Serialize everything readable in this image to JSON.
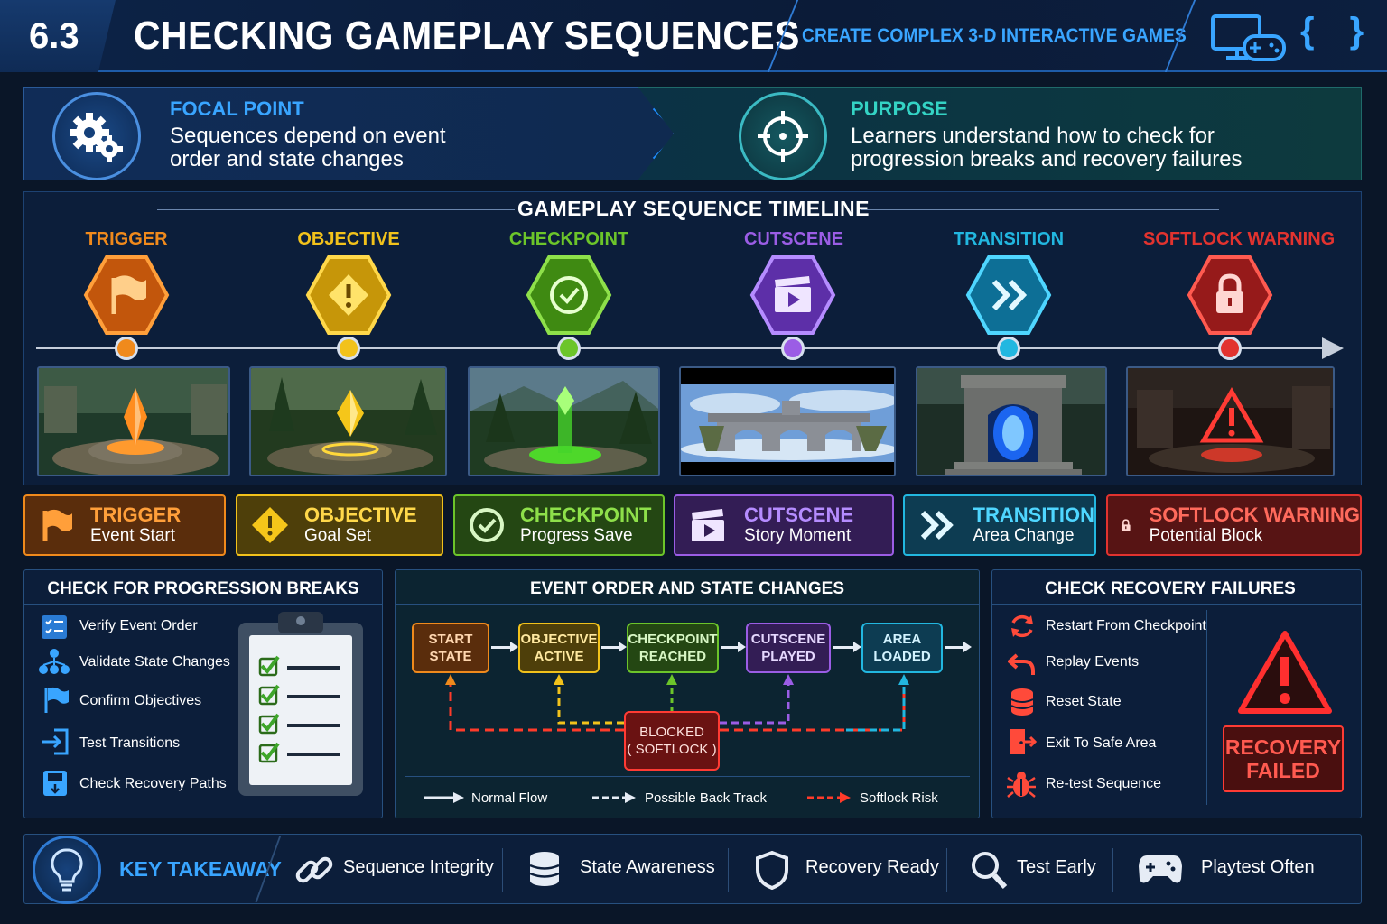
{
  "header": {
    "section_number": "6.3",
    "title": "CHECKING GAMEPLAY SEQUENCES",
    "course": "CREATE COMPLEX 3-D INTERACTIVE GAMES",
    "braces": "{ }"
  },
  "focal_point": {
    "label": "FOCAL POINT",
    "text": "Sequences depend on event order and state changes",
    "icon": "gears-icon"
  },
  "purpose": {
    "label": "PURPOSE",
    "text": "Learners understand how to check for progression breaks and recovery failures",
    "icon": "crosshair-icon"
  },
  "timeline": {
    "title": "GAMEPLAY SEQUENCE TIMELINE",
    "stages": [
      {
        "label": "TRIGGER",
        "color": "#f08a1c",
        "icon": "flag-icon",
        "card_title": "TRIGGER",
        "card_sub": "Event Start"
      },
      {
        "label": "OBJECTIVE",
        "color": "#f2c21b",
        "icon": "alert-diamond-icon",
        "card_title": "OBJECTIVE",
        "card_sub": "Goal Set"
      },
      {
        "label": "CHECKPOINT",
        "color": "#6cc52a",
        "icon": "check-circle-icon",
        "card_title": "CHECKPOINT",
        "card_sub": "Progress Save"
      },
      {
        "label": "CUTSCENE",
        "color": "#9b5de5",
        "icon": "clapperboard-icon",
        "card_title": "CUTSCENE",
        "card_sub": "Story Moment"
      },
      {
        "label": "TRANSITION",
        "color": "#22b7e0",
        "icon": "double-chevron-icon",
        "card_title": "TRANSITION",
        "card_sub": "Area Change"
      },
      {
        "label": "SOFTLOCK WARNING",
        "color": "#e2332f",
        "icon": "lock-icon",
        "card_title": "SOFTLOCK WARNING",
        "card_sub": "Potential Block"
      }
    ]
  },
  "progression": {
    "title": "CHECK FOR PROGRESSION BREAKS",
    "items": [
      "Verify Event Order",
      "Validate State Changes",
      "Confirm Objectives",
      "Test Transitions",
      "Check Recovery Paths"
    ]
  },
  "event_order": {
    "title": "EVENT ORDER AND STATE CHANGES",
    "boxes": [
      {
        "text": "START\nSTATE",
        "color": "#f08a1c"
      },
      {
        "text": "OBJECTIVE\nACTIVE",
        "color": "#f2c21b"
      },
      {
        "text": "CHECKPOINT\nREACHED",
        "color": "#6cc52a"
      },
      {
        "text": "CUTSCENE\nPLAYED",
        "color": "#9b5de5"
      },
      {
        "text": "AREA\nLOADED",
        "color": "#22b7e0"
      }
    ],
    "blocked": "BLOCKED\n( SOFTLOCK )",
    "legend": [
      "Normal Flow",
      "Possible Back Track",
      "Softlock Risk"
    ]
  },
  "recovery": {
    "title": "CHECK RECOVERY FAILURES",
    "items": [
      "Restart From Checkpoint",
      "Replay Events",
      "Reset State",
      "Exit To Safe Area",
      "Re-test Sequence"
    ],
    "status": "RECOVERY\nFAILED"
  },
  "takeaway": {
    "label": "KEY TAKEAWAY",
    "items": [
      "Sequence Integrity",
      "State Awareness",
      "Recovery Ready",
      "Test Early",
      "Playtest Often"
    ]
  }
}
